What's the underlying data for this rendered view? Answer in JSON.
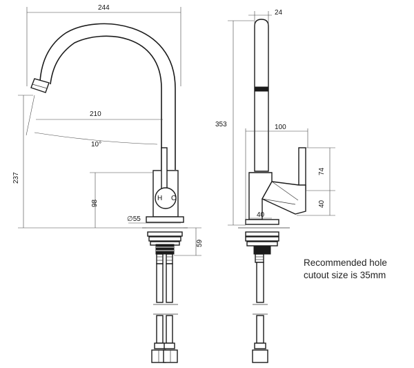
{
  "dimensions": {
    "width_overall": "244",
    "reach": "210",
    "angle": "10°",
    "height_total": "237",
    "height_body": "98",
    "base_diameter": "∅55",
    "below_counter": "59",
    "spout_diameter": "24",
    "height_side": "353",
    "handle_reach": "100",
    "handle_height": "74",
    "lever_height": "40",
    "body_depth": "40"
  },
  "body_marks": {
    "hot": "H",
    "cold": "C"
  },
  "note": {
    "line1": "Recommended hole",
    "line2": "cutout size is 35mm"
  }
}
